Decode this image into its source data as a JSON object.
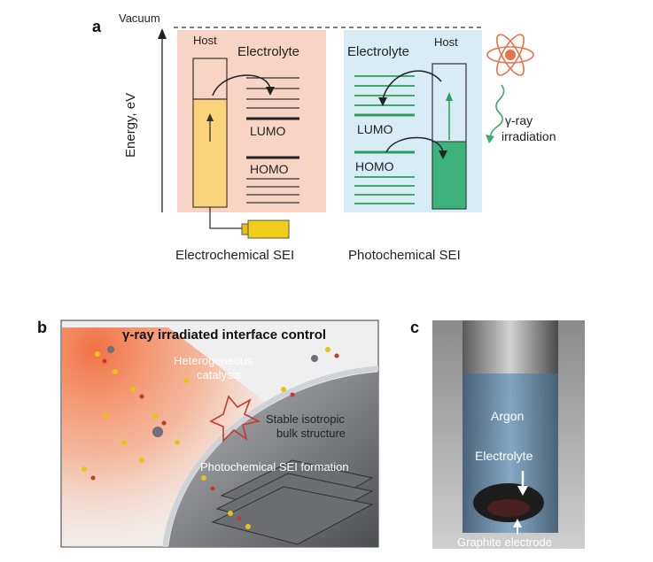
{
  "panel_a": {
    "letter": "a",
    "vacuum": "Vacuum",
    "axis_label": "Energy, eV",
    "left": {
      "host": "Host",
      "electrolyte": "Electrolyte",
      "lumo": "LUMO",
      "homo": "HOMO",
      "caption": "Electrochemical SEI"
    },
    "right": {
      "electrolyte": "Electrolyte",
      "host": "Host",
      "lumo": "LUMO",
      "homo": "HOMO",
      "caption": "Photochemical SEI",
      "gamma_line1": "γ-ray",
      "gamma_line2": "irradiation"
    },
    "colors": {
      "left_bg": "#f7d4c4",
      "right_bg": "#d8ecf6",
      "host_fill_left": "#fbd37a",
      "host_fill_right": "#3db27a",
      "green_lines": "#3dab6a",
      "battery": "#f0cf1a",
      "atom": "#e8734a"
    }
  },
  "panel_b": {
    "letter": "b",
    "title": "γ-ray irradiated interface control",
    "catalysis_line1": "Heterogeneous",
    "catalysis_line2": "catalysis",
    "stable_line1": "Stable isotropic",
    "stable_line2": "bulk structure",
    "formation": "Photochemical SEI formation"
  },
  "panel_c": {
    "letter": "c",
    "argon": "Argon",
    "electrolyte": "Electrolyte",
    "graphite": "Graphite electrode"
  }
}
